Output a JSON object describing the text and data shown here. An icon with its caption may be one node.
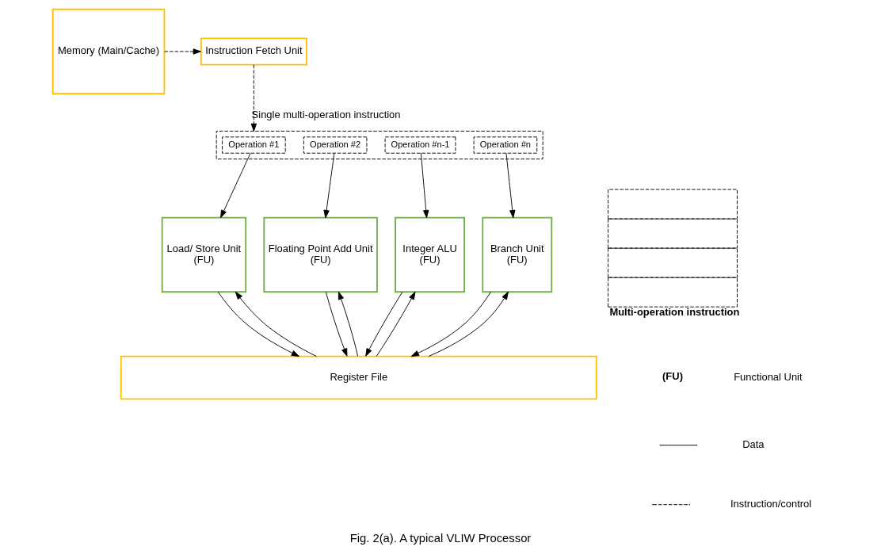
{
  "diagram": {
    "caption": "Fig. 2(a). A typical VLIW Processor",
    "nodes": [
      {
        "text": [
          "Memory (Main/Cache)"
        ]
      },
      {
        "text": [
          "Instruction Fetch Unit"
        ]
      },
      {
        "text": [],
        "shape": "box"
      },
      {
        "text": [
          "Operation #1"
        ],
        "in": 2
      },
      {
        "text": [
          "Operation #2"
        ],
        "in": 2
      },
      {
        "text": [
          "Operation #n-1"
        ],
        "in": 2
      },
      {
        "text": [
          "Operation #n"
        ],
        "in": 2
      },
      {
        "text": [
          "Load/ Store Unit",
          "(FU)"
        ]
      },
      {
        "text": [
          "Floating Point Add Unit",
          "(FU)"
        ]
      },
      {
        "text": [
          "Integer ALU",
          "(FU)"
        ]
      },
      {
        "text": [
          "Branch Unit",
          "(FU)"
        ]
      },
      {
        "text": [
          "Register File"
        ]
      },
      {
        "text": [
          "Multi-operation instruction"
        ]
      }
    ],
    "edges": [
      {
        "from": 0,
        "to": 1,
        "arrow": "to",
        "style": "dashed"
      },
      {
        "from": 1,
        "to": 2,
        "arrow": "to",
        "style": "dashed",
        "label": "Single multi-operation instruction"
      },
      {
        "from": 3,
        "to": 7,
        "arrow": "to"
      },
      {
        "from": 4,
        "to": 8,
        "arrow": "to"
      },
      {
        "from": 5,
        "to": 9,
        "arrow": "to"
      },
      {
        "from": 6,
        "to": 10,
        "arrow": "to"
      },
      {
        "from": 7,
        "to": 11,
        "arrow": "to"
      },
      {
        "from": 11,
        "to": 7,
        "arrow": "to"
      },
      {
        "from": 8,
        "to": 11,
        "arrow": "to"
      },
      {
        "from": 11,
        "to": 8,
        "arrow": "to"
      },
      {
        "from": 9,
        "to": 11,
        "arrow": "to"
      },
      {
        "from": 11,
        "to": 9,
        "arrow": "to"
      },
      {
        "from": 10,
        "to": 11,
        "arrow": "to"
      },
      {
        "from": 11,
        "to": 10,
        "arrow": "to"
      }
    ],
    "labels": [
      "(FU)",
      "Functional Unit"
    ],
    "legend": [
      {
        "text": "Data"
      },
      {
        "text": "Instruction/control"
      }
    ]
  }
}
